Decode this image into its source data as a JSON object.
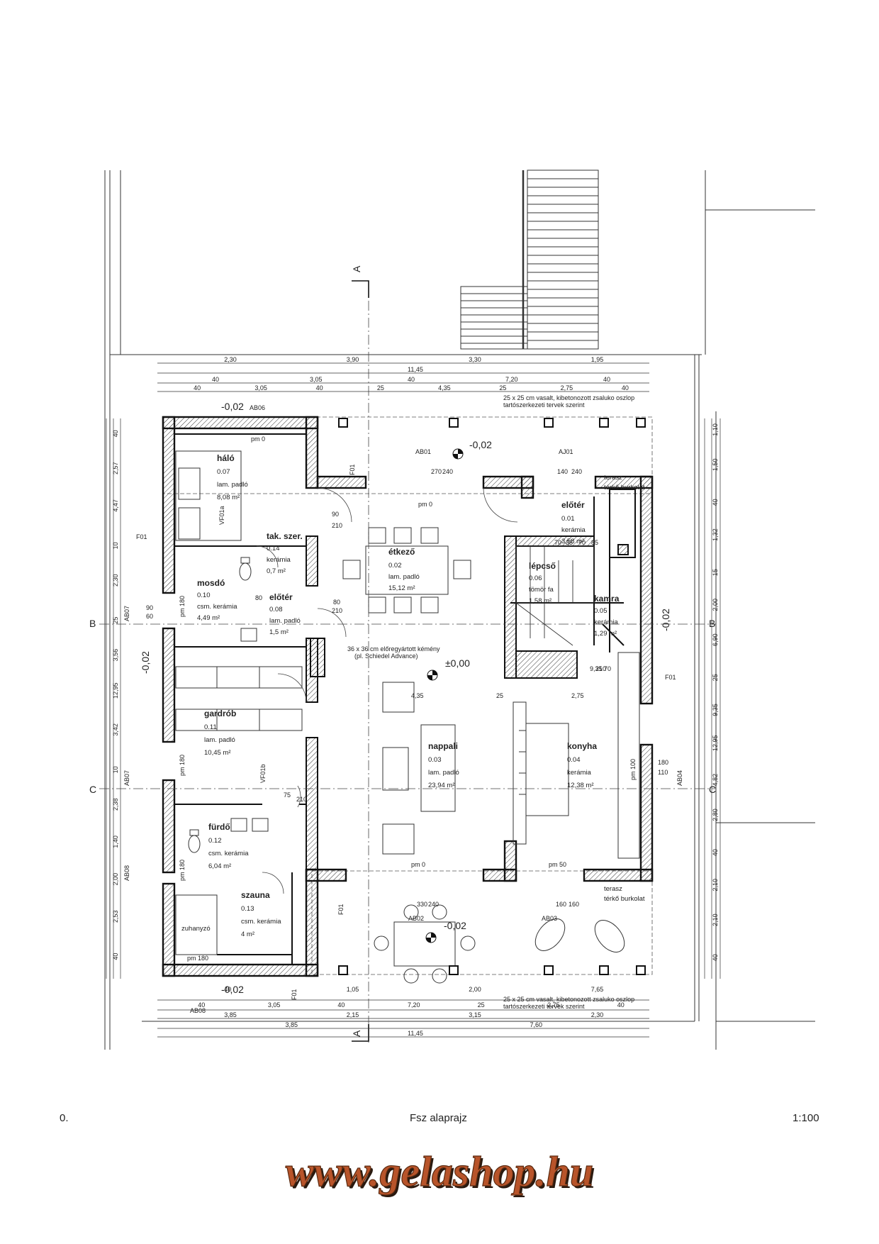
{
  "rooms": [
    {
      "name": "háló",
      "num": "0.07",
      "floor": "lam. padló",
      "area": "8,08 m²"
    },
    {
      "name": "tak. szer.",
      "num": "0.14",
      "floor": "kerámia",
      "area": "0,7 m²"
    },
    {
      "name": "mosdó",
      "num": "0.10",
      "floor": "csm. kerámia",
      "area": "4,49 m²"
    },
    {
      "name": "előtér",
      "num": "0.08",
      "floor": "lam. padló",
      "area": "1,5 m²"
    },
    {
      "name": "gardrób",
      "num": "0.11",
      "floor": "lam. padló",
      "area": "10,45 m²"
    },
    {
      "name": "fürdő",
      "num": "0.12",
      "floor": "csm. kerámia",
      "area": "6,04 m²"
    },
    {
      "name": "szauna",
      "num": "0.13",
      "floor": "csm. kerámia",
      "area": "4 m²"
    },
    {
      "name": "étkező",
      "num": "0.02",
      "floor": "lam. padló",
      "area": "15,12 m²"
    },
    {
      "name": "nappali",
      "num": "0.03",
      "floor": "lam. padló",
      "area": "23,94 m²"
    },
    {
      "name": "előtér",
      "num": "0.01",
      "floor": "kerámia",
      "area": "3,58 m²"
    },
    {
      "name": "lépcső",
      "num": "0.06",
      "floor": "tömör fa",
      "area": "1,58 m²"
    },
    {
      "name": "kamra",
      "num": "0.05",
      "floor": "kerámia",
      "area": "1,29 m²"
    },
    {
      "name": "konyha",
      "num": "0.04",
      "floor": "kerámia",
      "area": "12,38 m²"
    }
  ],
  "labels": {
    "terrace_n": "terasz",
    "terrace_n_floor": "térkő burkolat",
    "terrace_s": "terasz",
    "terrace_s_floor": "térkő burkolat",
    "column_note_1": "25 x 25 cm vasalt, kibetonozott zsaluko oszlop",
    "column_note_2": "tartószerkezeti tervek szerint",
    "chimney_1": "36 x 36 cm előregyártott kémény",
    "chimney_2": "(pl. Schiedel Advance)",
    "shower": "zuhanyzó",
    "section_a_top": "A",
    "section_a_bottom": "A",
    "section_b_left": "B",
    "section_b_right": "B",
    "section_c_left": "C",
    "section_c_right": "C"
  },
  "levels": {
    "zero": "±0,00",
    "minus": "-0,02"
  },
  "marks": {
    "ab06": "AB06",
    "ab01": "AB01",
    "aj01": "AJ01",
    "ab07": "AB07",
    "ab08": "AB08",
    "ab02": "AB02",
    "ab03": "AB03",
    "ab04": "AB04",
    "f01": "F01",
    "vf01a": "VF01a",
    "vf01b": "VF01b",
    "pm0": "pm 0",
    "pm180": "pm 180",
    "pm100": "pm 100",
    "pm50": "pm 50"
  },
  "dims_top": {
    "row1": [
      "2,30",
      "3,90",
      "3,30",
      "1,95"
    ],
    "row2": [
      "11,45"
    ],
    "row3": [
      "40",
      "3,05",
      "40",
      "7,20",
      "40"
    ],
    "row4": [
      "40",
      "3,05",
      "40",
      "25",
      "4,35",
      "25",
      "2,75",
      "40"
    ]
  },
  "dims_bottom": {
    "row1": [
      "40",
      "1,05",
      "2,00",
      "7,65"
    ],
    "row2": [
      "40",
      "3,05",
      "40",
      "7,20",
      "25",
      "2,75",
      "40"
    ],
    "row3": [
      "3,85",
      "2,15",
      "3,15",
      "2,30"
    ],
    "row4": [
      "3,85",
      "7,60"
    ],
    "row5": [
      "11,45"
    ]
  },
  "dims_left": [
    "40",
    "2,57",
    "4,47",
    "10",
    "2,30",
    "25",
    "3,56",
    "12,95",
    "3,42",
    "10",
    "2,38",
    "1,40",
    "2,00",
    "2,53",
    "40"
  ],
  "dims_right": [
    "1,10",
    "1,50",
    "40",
    "1,32",
    "15",
    "2,00",
    "6,90",
    "25",
    "9,35",
    "12,95",
    "4,82",
    "2,80",
    "40",
    "2,10",
    "2,10",
    "40"
  ],
  "dims_inner": [
    "4,35",
    "25",
    "2,75",
    "90",
    "210",
    "80",
    "210",
    "70",
    "35",
    "70",
    "85",
    "180",
    "110",
    "90",
    "60",
    "270",
    "240",
    "140",
    "240",
    "330",
    "240",
    "160",
    "160",
    "75",
    "210",
    "80",
    "9,35 70",
    "210"
  ],
  "footer": {
    "num": "0.",
    "title": "Fsz alaprajz",
    "scale": "1:100"
  },
  "watermark": "www.gelashop.hu",
  "colors": {
    "line": "#1a1a1a",
    "watermark_fill": "#b8542a",
    "watermark_shadow": "#2a1a10"
  }
}
